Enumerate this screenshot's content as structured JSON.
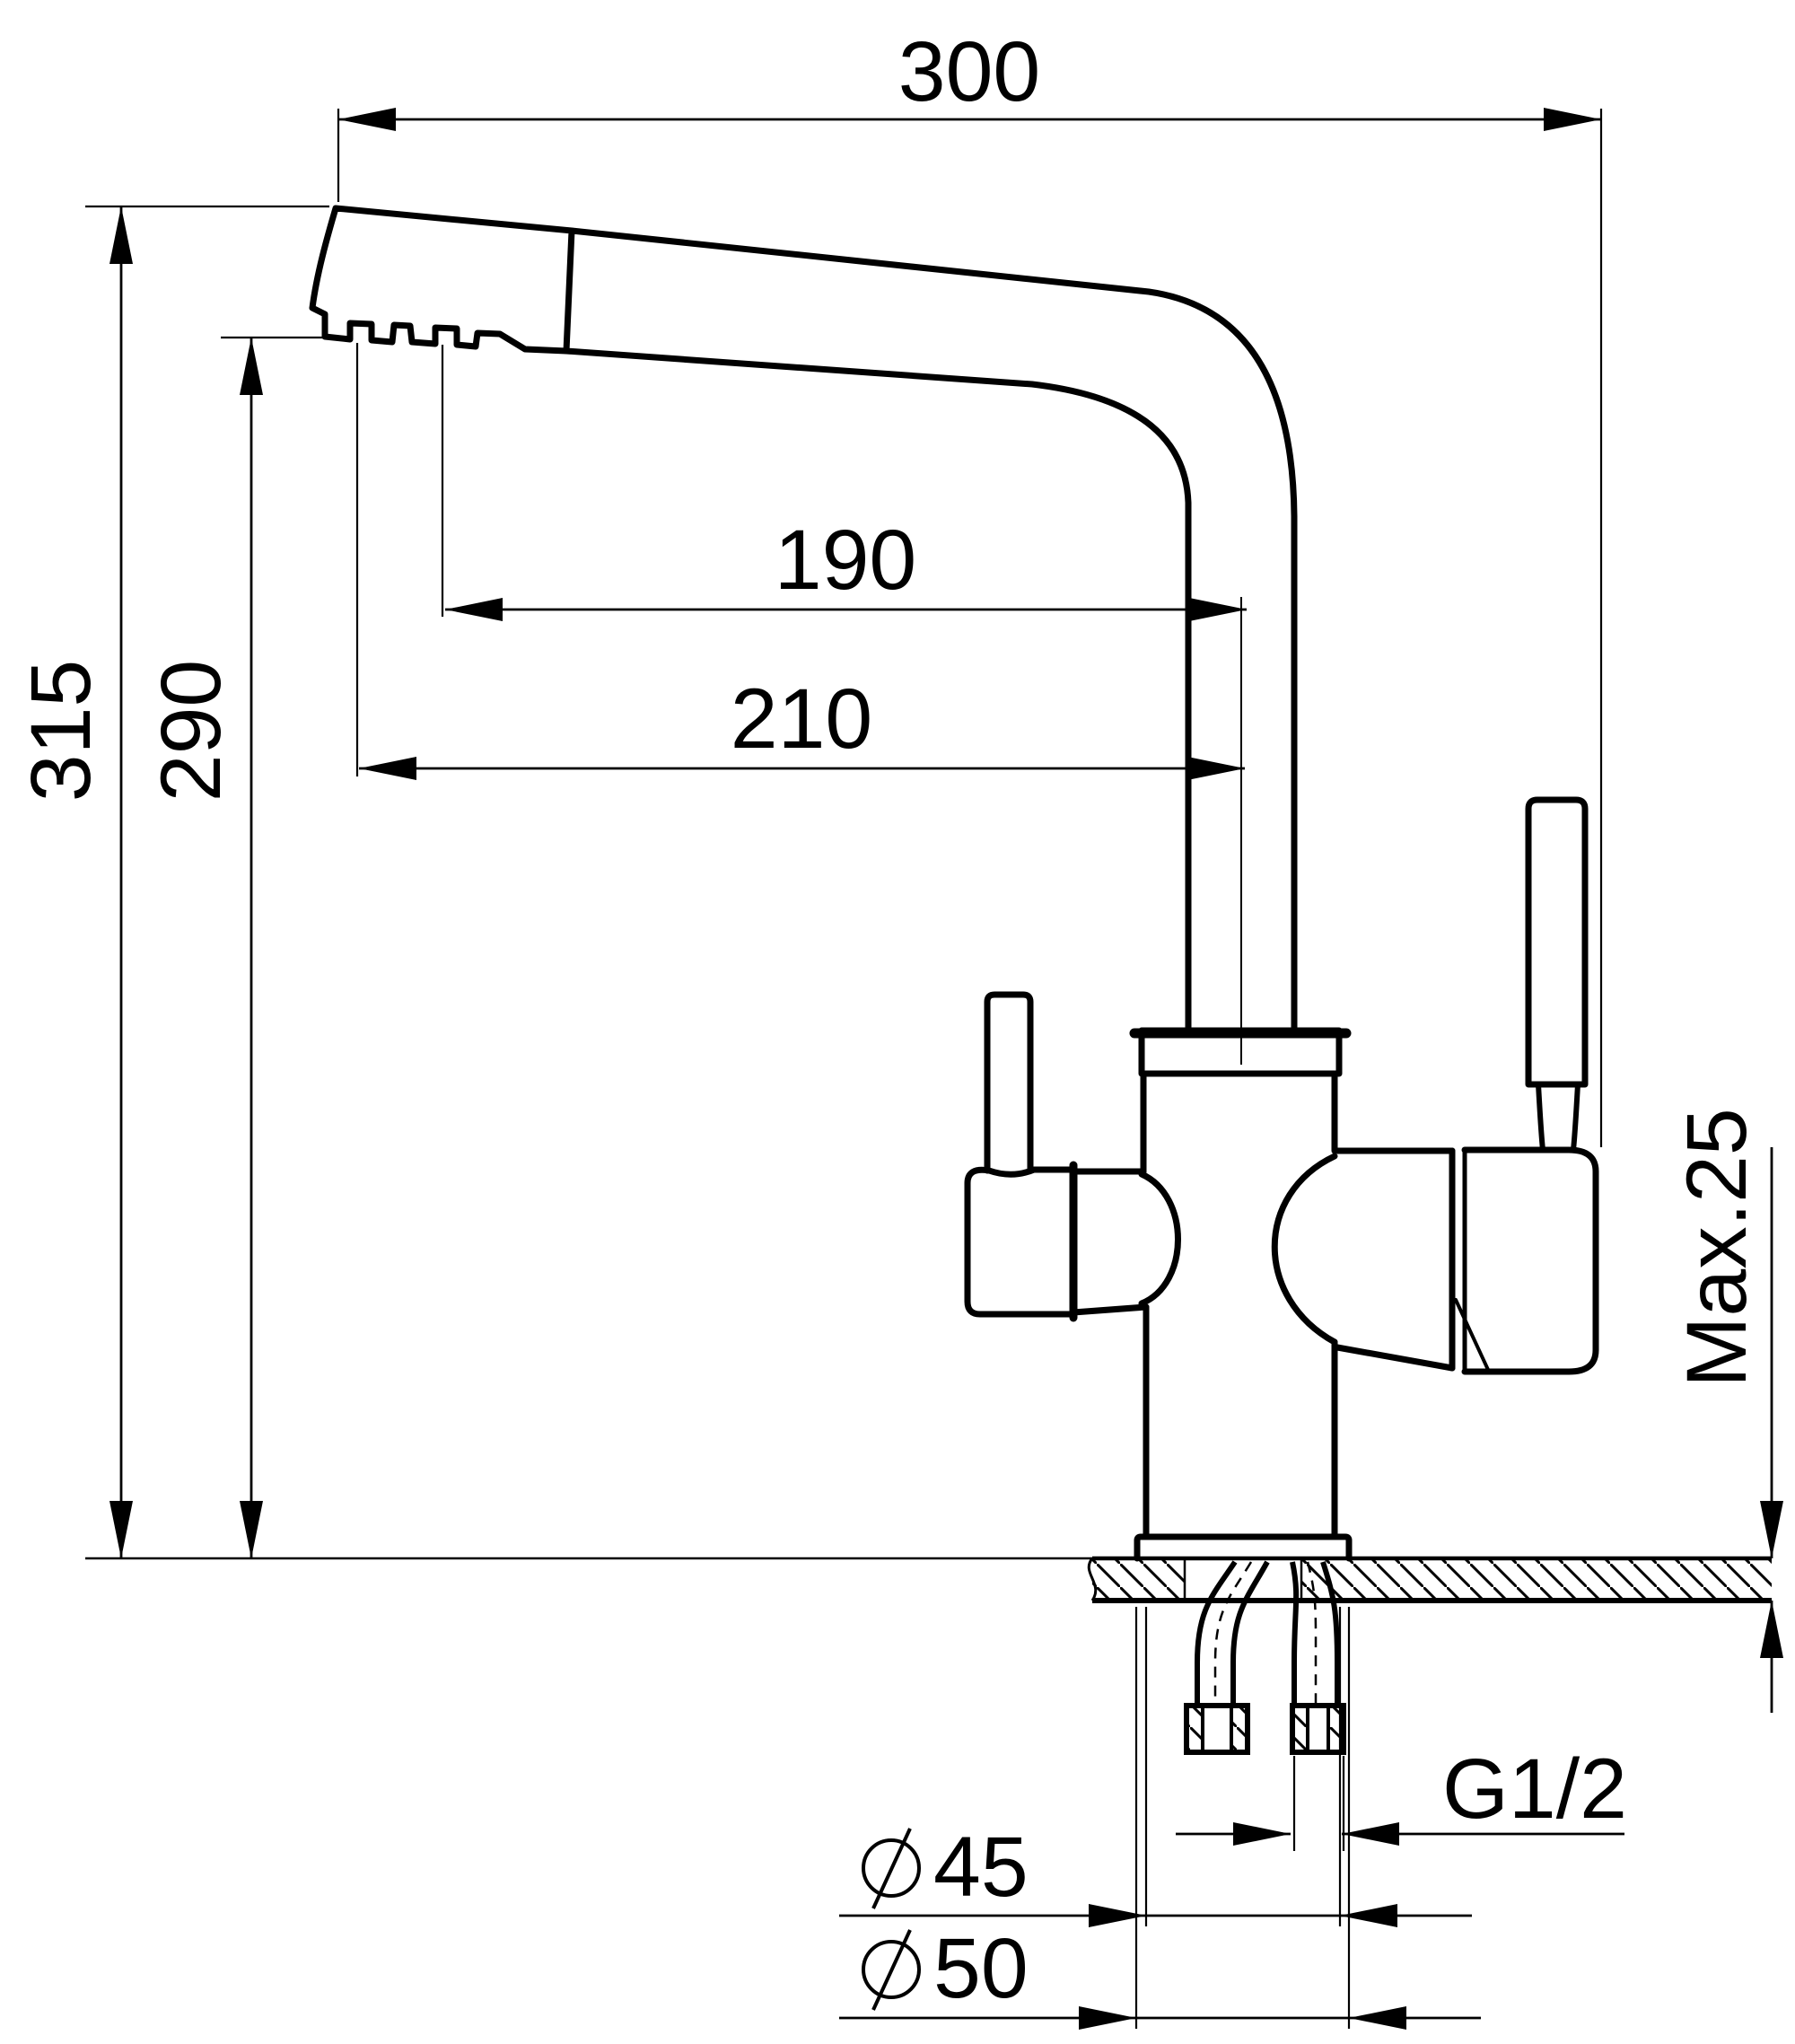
{
  "drawing": {
    "type": "technical-dimension-drawing",
    "subject": "three-way kitchen faucet, side elevation with mounting dimensions",
    "units": "mm",
    "background": "#ffffff",
    "line_color": "#000000",
    "labels": {
      "overall_width": "300",
      "reach_inner": "190",
      "reach_outer": "210",
      "overall_height": "315",
      "spout_outlet_height": "290",
      "max_counter_thickness": "Max.25",
      "connection_thread": "G1/2",
      "diameter_symbol": "⌀",
      "body_diameter": "45",
      "mount_hole_diameter": "50"
    }
  }
}
